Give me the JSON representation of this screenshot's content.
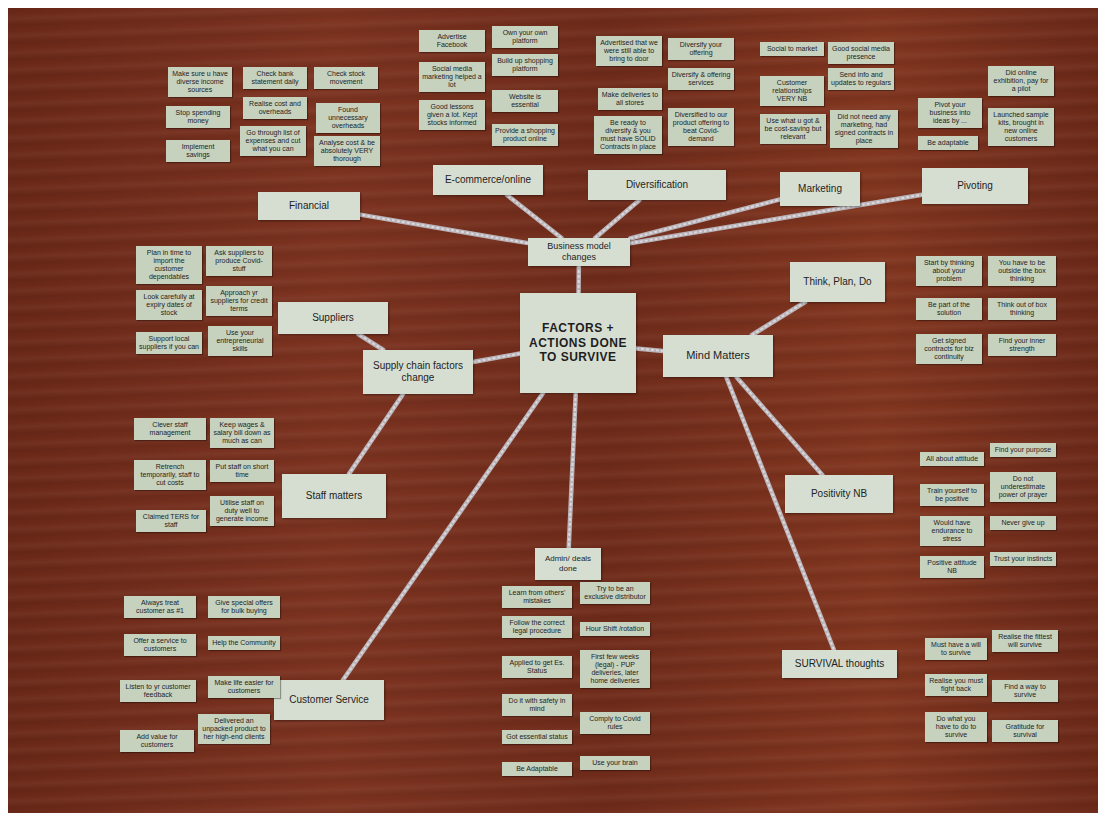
{
  "diagram": {
    "nodes": [
      {
        "text": [
          "FACTORS + ACTIONS DONE TO SURVIVE"
        ]
      },
      {
        "text": [
          "Business model changes"
        ]
      },
      {
        "text": [
          "Financial"
        ]
      },
      {
        "text": [
          "E-commerce/online"
        ]
      },
      {
        "text": [
          "Diversification"
        ]
      },
      {
        "text": [
          "Marketing"
        ]
      },
      {
        "text": [
          "Pivoting"
        ]
      },
      {
        "text": [
          "Mind Matters"
        ]
      },
      {
        "text": [
          "Think, Plan, Do"
        ]
      },
      {
        "text": [
          "Positivity NB"
        ]
      },
      {
        "text": [
          "SURVIVAL thoughts"
        ]
      },
      {
        "text": [
          "Supply chain factors change"
        ]
      },
      {
        "text": [
          "Suppliers"
        ]
      },
      {
        "text": [
          "Staff matters"
        ]
      },
      {
        "text": [
          "Customer Service"
        ]
      },
      {
        "text": [
          "Admin/ deals done"
        ]
      },
      {
        "text": [
          "Make sure u have diverse income sources"
        ]
      },
      {
        "text": [
          "Check bank statement daily"
        ]
      },
      {
        "text": [
          "Check stock movement"
        ]
      },
      {
        "text": [
          "Stop spending money"
        ]
      },
      {
        "text": [
          "Realise cost and overheads"
        ]
      },
      {
        "text": [
          "Found unnecessary overheads"
        ]
      },
      {
        "text": [
          "Implement savings"
        ]
      },
      {
        "text": [
          "Go through list of expenses and cut what you can"
        ]
      },
      {
        "text": [
          "Analyse cost & be absolutely VERY thorough"
        ]
      },
      {
        "text": [
          "Advertise Facebook"
        ]
      },
      {
        "text": [
          "Own your own platform"
        ]
      },
      {
        "text": [
          "Social media marketing helped a lot"
        ]
      },
      {
        "text": [
          "Build up shopping platform"
        ]
      },
      {
        "text": [
          "Website is essential"
        ]
      },
      {
        "text": [
          "Good lessons given a lot. Kept stocks informed"
        ]
      },
      {
        "text": [
          "Provide a shopping product online"
        ]
      },
      {
        "text": [
          "Advertised that we were still able to bring to door"
        ]
      },
      {
        "text": [
          "Diversify your offering"
        ]
      },
      {
        "text": [
          "Diversify & offering services"
        ]
      },
      {
        "text": [
          "Make deliveries to all stores"
        ]
      },
      {
        "text": [
          "Be ready to diversify & you must have SOLID Contracts in place"
        ]
      },
      {
        "text": [
          "Diversified to our product offering to beat Covid-demand"
        ]
      },
      {
        "text": [
          "Social to market"
        ]
      },
      {
        "text": [
          "Good social media presence"
        ]
      },
      {
        "text": [
          "Customer relationships VERY NB"
        ]
      },
      {
        "text": [
          "Send info and updates to regulars"
        ]
      },
      {
        "text": [
          "Use what u got & be cost-saving but relevant"
        ]
      },
      {
        "text": [
          "Did not need any marketing, had signed contracts in place"
        ]
      },
      {
        "text": [
          "Did online exhibition, pay for a pilot"
        ]
      },
      {
        "text": [
          "Pivot your business into ideas by ..."
        ]
      },
      {
        "text": [
          "Launched sample kits, brought in new online customers"
        ]
      },
      {
        "text": [
          "Be adaptable"
        ]
      },
      {
        "text": [
          "Start by thinking about your problem"
        ]
      },
      {
        "text": [
          "You have to be outside the box thinking"
        ]
      },
      {
        "text": [
          "Be part of the solution"
        ]
      },
      {
        "text": [
          "Think out of box thinking"
        ]
      },
      {
        "text": [
          "Get signed contracts for biz continuity"
        ]
      },
      {
        "text": [
          "Find your inner strength"
        ]
      },
      {
        "text": [
          "All about attitude"
        ]
      },
      {
        "text": [
          "Find your purpose"
        ]
      },
      {
        "text": [
          "Train yourself to be positive"
        ]
      },
      {
        "text": [
          "Do not underestimate power of prayer"
        ]
      },
      {
        "text": [
          "Would have endurance to stress"
        ]
      },
      {
        "text": [
          "Never give up"
        ]
      },
      {
        "text": [
          "Positive attitude NB"
        ]
      },
      {
        "text": [
          "Trust your instincts"
        ]
      },
      {
        "text": [
          "Must have a will to survive"
        ]
      },
      {
        "text": [
          "Realise the fittest will survive"
        ]
      },
      {
        "text": [
          "Realise you must fight back"
        ]
      },
      {
        "text": [
          "Find a way to survive"
        ]
      },
      {
        "text": [
          "Do what you have to do to survive"
        ]
      },
      {
        "text": [
          "Gratitude for survival"
        ]
      },
      {
        "text": [
          "Learn from others' mistakes"
        ]
      },
      {
        "text": [
          "Try to be an exclusive distributor"
        ]
      },
      {
        "text": [
          "Follow the correct legal procedure"
        ]
      },
      {
        "text": [
          "Hour Shift /rotation"
        ]
      },
      {
        "text": [
          "Applied to get Es. Status"
        ]
      },
      {
        "text": [
          "First few weeks (legal) - PUP deliveries, later home deliveries"
        ]
      },
      {
        "text": [
          "Do it with safety in mind"
        ]
      },
      {
        "text": [
          "Got essential status"
        ]
      },
      {
        "text": [
          "Comply to Covid rules"
        ]
      },
      {
        "text": [
          "Be Adaptable"
        ]
      },
      {
        "text": [
          "Use your brain"
        ]
      },
      {
        "text": [
          "Always treat customer as #1"
        ]
      },
      {
        "text": [
          "Give special offers for bulk buying"
        ]
      },
      {
        "text": [
          "Offer a service to customers"
        ]
      },
      {
        "text": [
          "Help the Community"
        ]
      },
      {
        "text": [
          "Listen to yr customer feedback"
        ]
      },
      {
        "text": [
          "Make life easier for customers"
        ]
      },
      {
        "text": [
          "Add value for customers"
        ]
      },
      {
        "text": [
          "Delivered an unpacked product to her high-end clients"
        ]
      },
      {
        "text": [
          "Clever staff management"
        ]
      },
      {
        "text": [
          "Keep wages & salary bill down as much as can"
        ]
      },
      {
        "text": [
          "Retrench temporarily, staff to cut costs"
        ]
      },
      {
        "text": [
          "Put staff on short time"
        ]
      },
      {
        "text": [
          "Utilise staff on duty well to generate income"
        ]
      },
      {
        "text": [
          "Claimed TERS for staff"
        ]
      },
      {
        "text": [
          "Plan in time to import the customer dependables"
        ]
      },
      {
        "text": [
          "Ask suppliers to produce Covid-stuff"
        ]
      },
      {
        "text": [
          "Look carefully at expiry dates of stock"
        ]
      },
      {
        "text": [
          "Approach yr suppliers for credit terms"
        ]
      },
      {
        "text": [
          "Support local suppliers if you can"
        ]
      },
      {
        "text": [
          "Use your entrepreneurial skills"
        ]
      }
    ],
    "edges": [
      {
        "from": 0,
        "to": 1,
        "arrow": "none"
      },
      {
        "from": 1,
        "to": 2,
        "arrow": "none"
      },
      {
        "from": 1,
        "to": 3,
        "arrow": "none"
      },
      {
        "from": 1,
        "to": 4,
        "arrow": "none"
      },
      {
        "from": 1,
        "to": 5,
        "arrow": "none"
      },
      {
        "from": 1,
        "to": 6,
        "arrow": "none"
      },
      {
        "from": 0,
        "to": 7,
        "arrow": "none"
      },
      {
        "from": 7,
        "to": 8,
        "arrow": "none"
      },
      {
        "from": 7,
        "to": 9,
        "arrow": "none"
      },
      {
        "from": 7,
        "to": 10,
        "arrow": "none"
      },
      {
        "from": 0,
        "to": 11,
        "arrow": "none"
      },
      {
        "from": 11,
        "to": 12,
        "arrow": "none"
      },
      {
        "from": 11,
        "to": 13,
        "arrow": "none"
      },
      {
        "from": 0,
        "to": 14,
        "arrow": "none"
      },
      {
        "from": 0,
        "to": 15,
        "arrow": "none"
      }
    ]
  }
}
